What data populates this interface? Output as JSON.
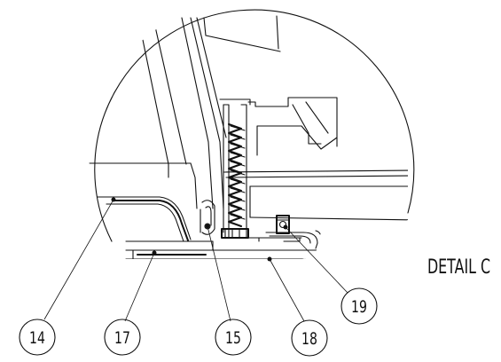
{
  "detail": {
    "title": "DETAIL C"
  },
  "callouts": [
    {
      "label": "14"
    },
    {
      "label": "17"
    },
    {
      "label": "15"
    },
    {
      "label": "18"
    },
    {
      "label": "19"
    }
  ]
}
